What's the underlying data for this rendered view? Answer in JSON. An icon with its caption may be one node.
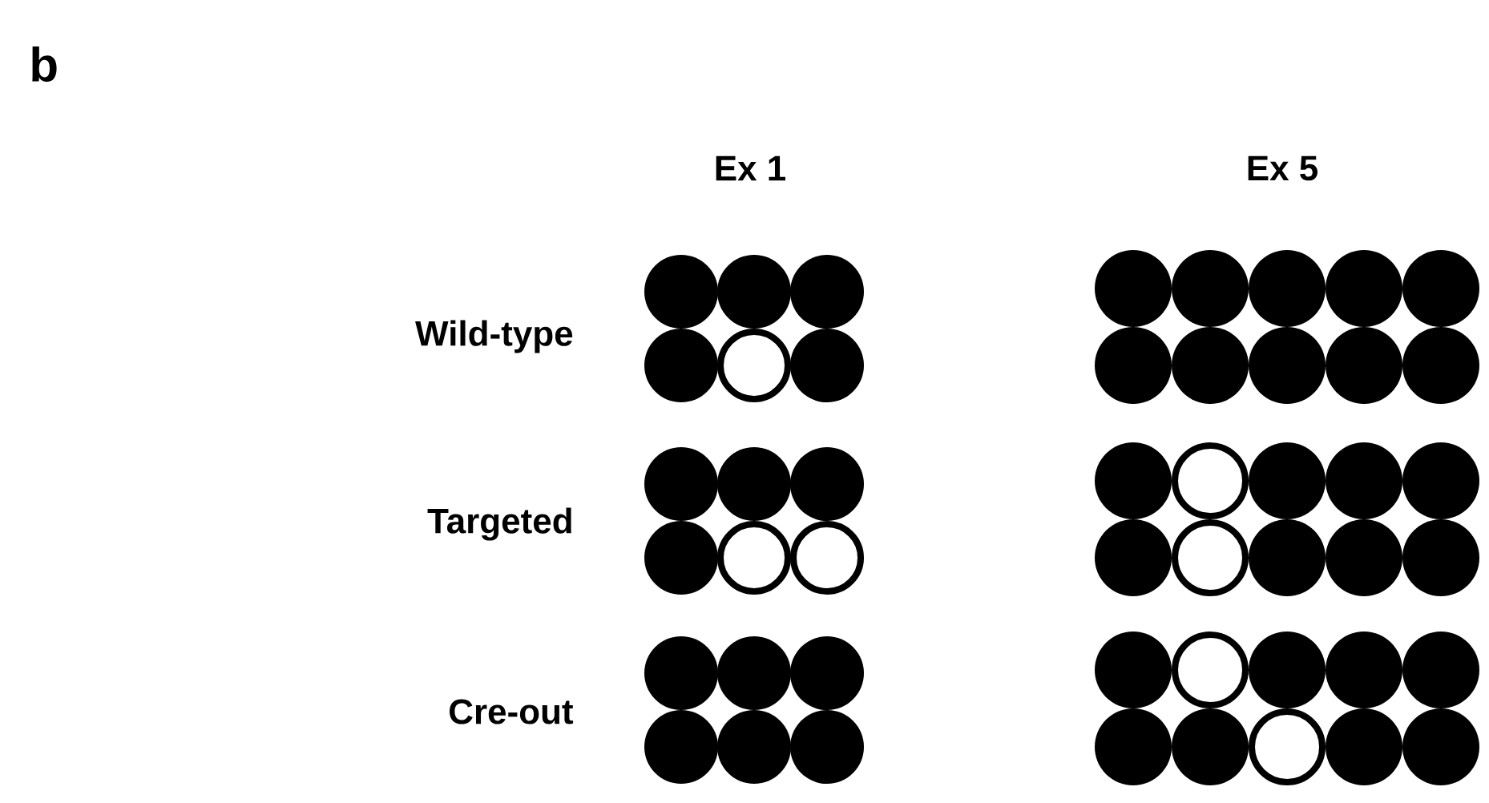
{
  "diagram": {
    "labels": [
      "b",
      "Ex 1",
      "Ex 5",
      "Wild-type",
      "Targeted",
      "Cre-out"
    ]
  }
}
